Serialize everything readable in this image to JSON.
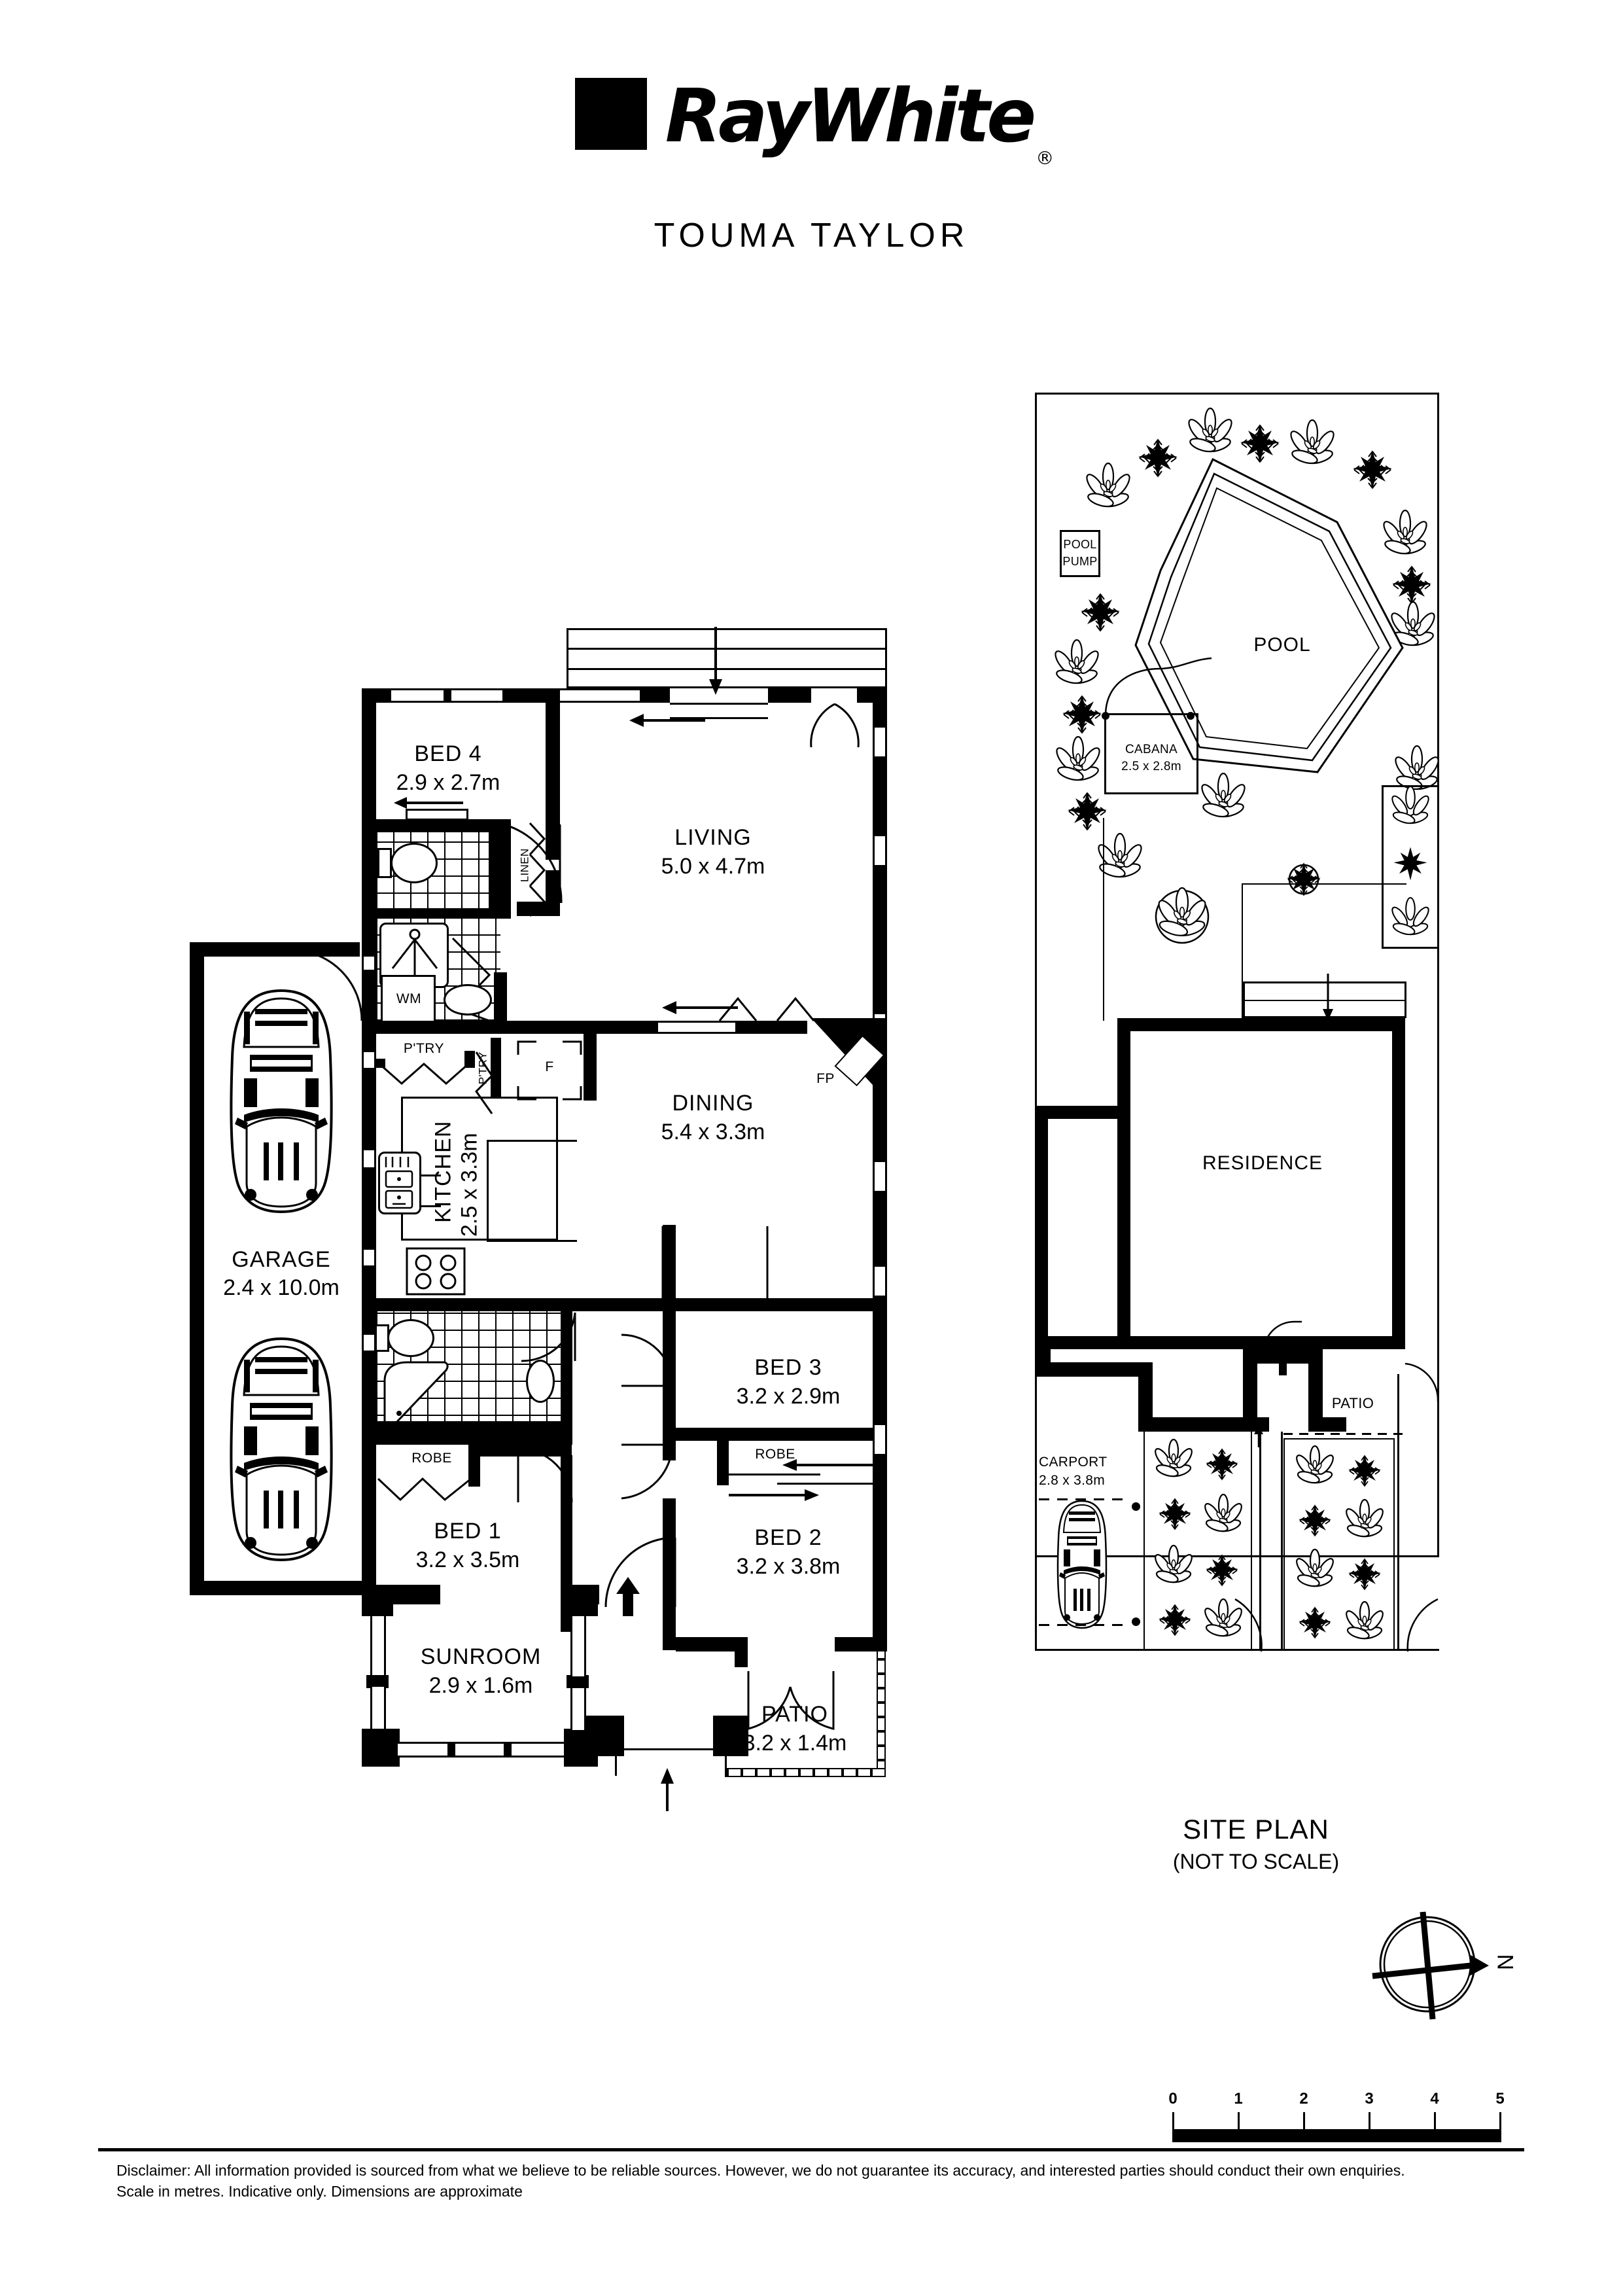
{
  "header": {
    "brand_name": "RayWhite",
    "brand_reg": "®",
    "office": "TOUMA TAYLOR",
    "logo_icon": "black-square-icon"
  },
  "floorplan": {
    "rooms": [
      {
        "name": "BED 4",
        "dim": "2.9 x 2.7m"
      },
      {
        "name": "LIVING",
        "dim": "5.0 x 4.7m"
      },
      {
        "name": "DINING",
        "dim": "5.4 x 3.3m"
      },
      {
        "name": "KITCHEN",
        "dim": "2.5 x 3.3m"
      },
      {
        "name": "GARAGE",
        "dim": "2.4 x 10.0m"
      },
      {
        "name": "BED 3",
        "dim": "3.2 x 2.9m"
      },
      {
        "name": "BED 1",
        "dim": "3.2 x 3.5m"
      },
      {
        "name": "BED 2",
        "dim": "3.2 x 3.8m"
      },
      {
        "name": "SUNROOM",
        "dim": "2.9 x 1.6m"
      },
      {
        "name": "PATIO",
        "dim": "3.2 x 1.4m"
      }
    ],
    "annotations": {
      "linen": "LINEN",
      "wm": "WM",
      "pantry_1": "P'TRY",
      "pantry_2": "P'TRY",
      "fridge": "F",
      "fireplace": "FP",
      "robe_1": "ROBE",
      "robe_2": "ROBE"
    }
  },
  "siteplan": {
    "title": "SITE PLAN",
    "subtitle": "(NOT TO SCALE)",
    "labels": {
      "pool": "POOL",
      "pool_pump": "POOL\nPUMP",
      "pool_pump_line1": "POOL",
      "pool_pump_line2": "PUMP",
      "cabana_name": "CABANA",
      "cabana_dim": "2.5 x 2.8m",
      "residence": "RESIDENCE",
      "carport_name": "CARPORT",
      "carport_dim": "2.8 x 3.8m",
      "patio": "PATIO"
    }
  },
  "compass": {
    "north_label": "N",
    "icon": "compass-rose-icon"
  },
  "scale": {
    "ticks": [
      "0",
      "1",
      "2",
      "3",
      "4",
      "5"
    ],
    "units_note": "Scale in metres. Indicative only. Dimensions are approximate"
  },
  "footer": {
    "disclaimer_line1": "Disclaimer: All information provided is sourced from what we believe to be reliable sources. However, we do not guarantee  its accuracy, and interested parties should conduct their own enquiries.",
    "disclaimer_line2": "Scale in metres. Indicative only. Dimensions are approximate"
  },
  "colors": {
    "ink": "#000000",
    "paper": "#ffffff"
  }
}
